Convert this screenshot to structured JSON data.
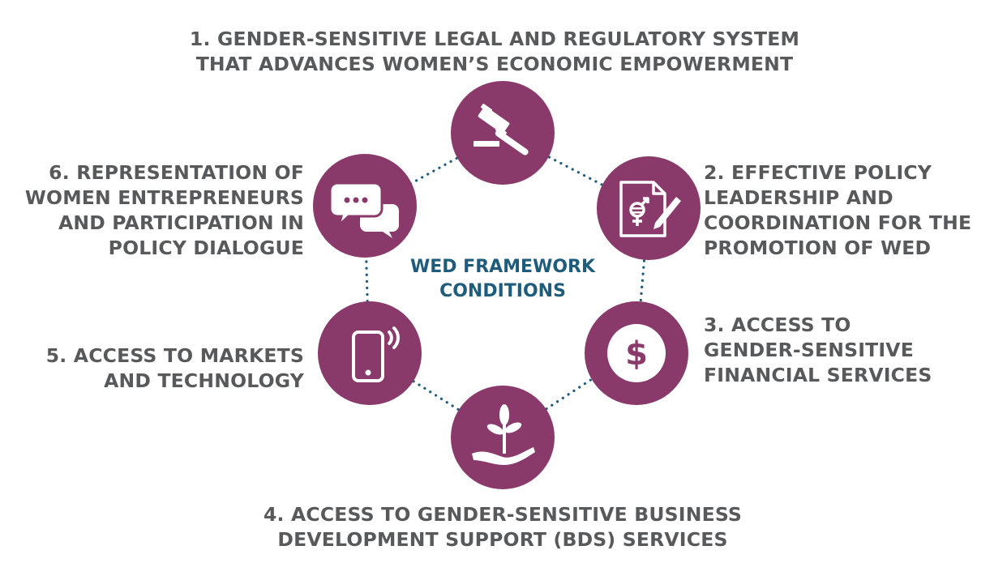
{
  "center": {
    "line1": "WED FRAMEWORK",
    "line2": "CONDITIONS"
  },
  "conditions": [
    {
      "lines": [
        "1. GENDER-SENSITIVE LEGAL AND REGULATORY SYSTEM",
        "THAT ADVANCES WOMEN’S ECONOMIC EMPOWERMENT"
      ],
      "icon": "gavel-icon"
    },
    {
      "lines": [
        "2. EFFECTIVE POLICY",
        "LEADERSHIP AND",
        "COORDINATION FOR THE",
        "PROMOTION OF WED"
      ],
      "icon": "gender-policy-document-icon"
    },
    {
      "lines": [
        "3. ACCESS TO",
        "GENDER-SENSITIVE",
        "FINANCIAL SERVICES"
      ],
      "icon": "dollar-coin-icon"
    },
    {
      "lines": [
        "4. ACCESS TO GENDER-SENSITIVE BUSINESS",
        "DEVELOPMENT SUPPORT  (BDS) SERVICES"
      ],
      "icon": "hand-plant-icon"
    },
    {
      "lines": [
        "5. ACCESS TO MARKETS",
        "AND TECHNOLOGY"
      ],
      "icon": "smartphone-icon"
    },
    {
      "lines": [
        "6.  REPRESENTATION OF",
        "WOMEN ENTREPRENEURS",
        "AND PARTICIPATION IN",
        "POLICY DIALOGUE"
      ],
      "icon": "speech-bubbles-icon"
    }
  ],
  "colors": {
    "node": "#8a3a6a",
    "label": "#58595b",
    "center": "#1f5c7c",
    "ring_dots": "#1f5c7c"
  }
}
